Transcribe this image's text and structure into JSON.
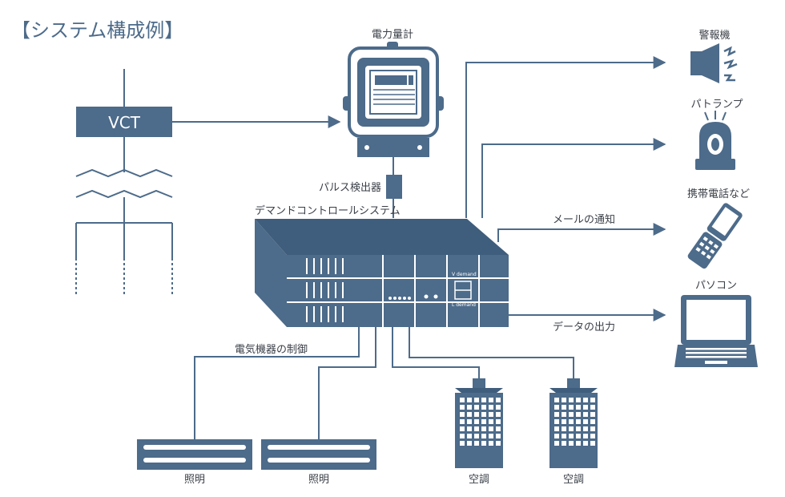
{
  "title": "【システム構成例】",
  "labels": {
    "vct": "VCT",
    "meter": "電力量計",
    "pulse": "パルス検出器",
    "demand_system": "デマンドコントロールシステム",
    "v_demand": "V demand",
    "l_demand": "L demand",
    "control_devices": "電気機器の制御",
    "lighting_1": "照明",
    "lighting_2": "照明",
    "ac_1": "空調",
    "ac_2": "空調",
    "alarm": "警報機",
    "patlamp": "パトランプ",
    "mobile": "携帯電話など",
    "mail": "メールの通知",
    "pc": "パソコン",
    "data_output": "データの出力"
  },
  "colors": {
    "primary": "#4d6b8a",
    "text": "#3a3f47",
    "background": "#ffffff"
  }
}
